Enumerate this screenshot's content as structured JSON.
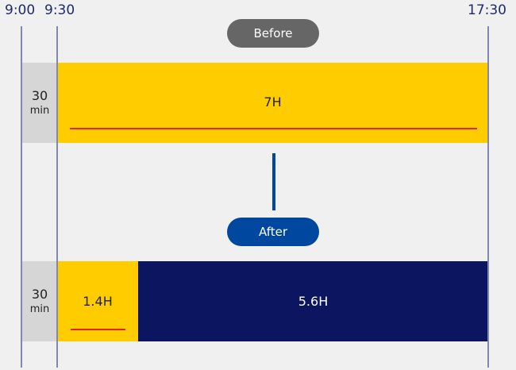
{
  "timeline": {
    "labels": [
      "9:00",
      "9:30",
      "17:30"
    ]
  },
  "before": {
    "badge": "Before",
    "break": {
      "value": "30",
      "unit": "min"
    },
    "work_label": "7H"
  },
  "after": {
    "badge": "After",
    "break": {
      "value": "30",
      "unit": "min"
    },
    "segments": [
      {
        "label": "1.4H",
        "color": "#ffcc00"
      },
      {
        "label": "5.6H",
        "color": "#0c1660"
      }
    ]
  },
  "colors": {
    "yellow": "#ffcc00",
    "navy": "#0c1660",
    "before_badge": "#666666",
    "after_badge": "#0047a0",
    "red_line": "#e8231e",
    "break_gray": "#d6d6d6"
  }
}
